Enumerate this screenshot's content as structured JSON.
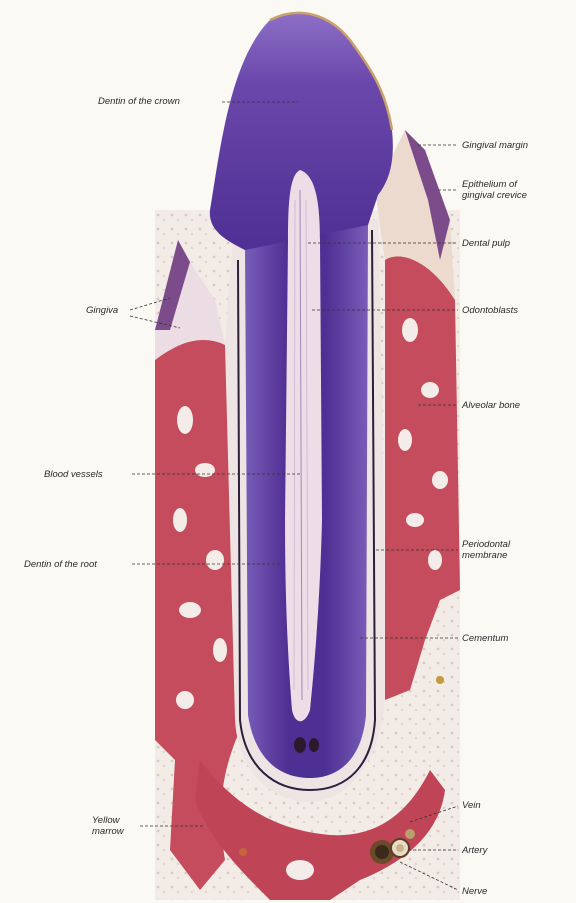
{
  "labels": {
    "dentin_crown": "Dentin of the crown",
    "gingival_margin": "Gingival margin",
    "epithelium": "Epithelium of\ngingival crevice",
    "dental_pulp": "Dental pulp",
    "gingiva": "Gingiva",
    "odontoblasts": "Odontoblasts",
    "alveolar_bone": "Alveolar bone",
    "blood_vessels": "Blood vessels",
    "periodontal": "Periodontal\nmembrane",
    "dentin_root": "Dentin of the root",
    "cementum": "Cementum",
    "yellow_marrow": "Yellow\nmarrow",
    "vein": "Vein",
    "artery": "Artery",
    "nerve": "Nerve"
  },
  "colors": {
    "dentin": "#5b3a9e",
    "dentin_light": "#8a6cc3",
    "pulp": "#e8dde8",
    "bone": "#c24b5a",
    "bone_dark": "#a83446",
    "membrane": "#efe6e0",
    "gingiva": "#7a4a86",
    "background": "#fbf9f4"
  }
}
